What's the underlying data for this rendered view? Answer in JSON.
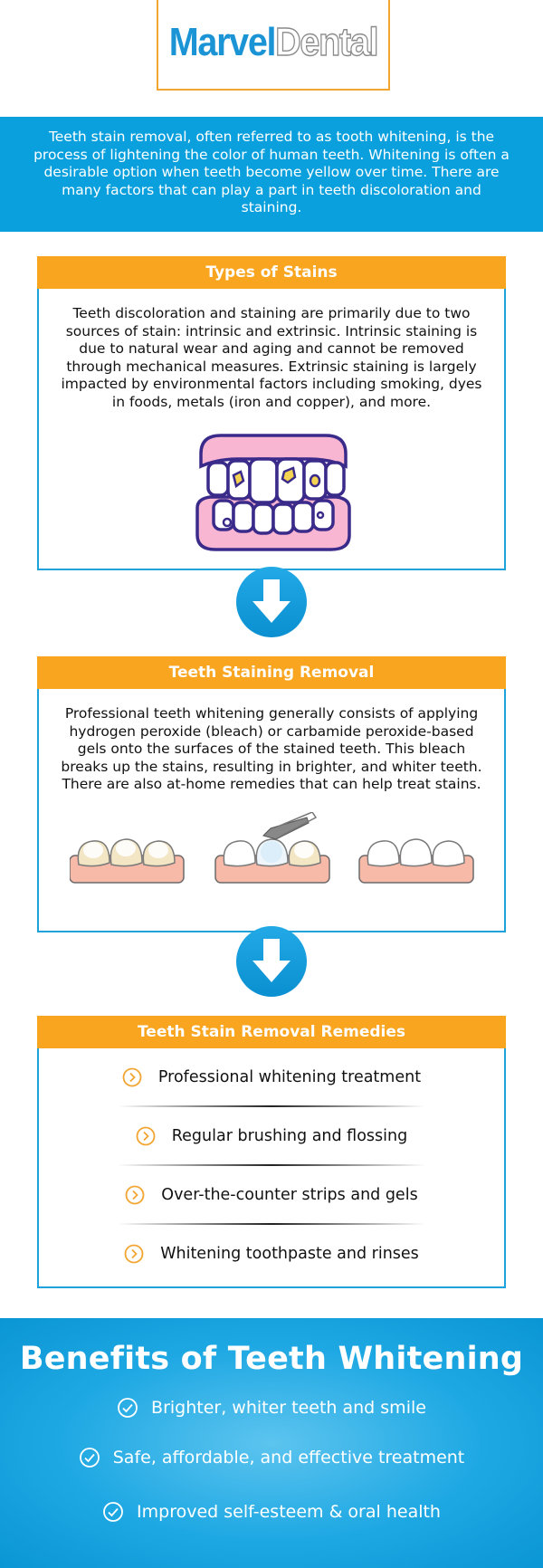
{
  "brand": {
    "part1": "Marvel",
    "part2": "Dental"
  },
  "intro": "Teeth stain removal, often referred to as tooth whitening, is the process of lightening the color of human teeth. Whitening is often a desirable option when teeth become yellow over time. There are many factors that can play a part in teeth discoloration and staining.",
  "types": {
    "title": "Types of Stains",
    "text": "Teeth discoloration and staining are primarily due to two sources of stain: intrinsic and extrinsic. Intrinsic staining is due to natural wear and aging and cannot be removed through mechanical measures. Extrinsic staining is largely impacted by environmental factors including smoking, dyes in foods, metals (iron and copper), and more."
  },
  "removal": {
    "title": "Teeth Staining Removal",
    "text": "Professional teeth whitening generally consists of applying hydrogen peroxide (bleach) or carbamide peroxide-based gels onto the surfaces of the stained teeth. This bleach breaks up the stains, resulting in brighter, and whiter teeth. There are also at-home remedies that can help treat stains."
  },
  "remedies": {
    "title": "Teeth Stain Removal Remedies",
    "items": [
      "Professional whitening treatment",
      "Regular brushing and flossing",
      "Over-the-counter strips and gels",
      "Whitening toothpaste and rinses"
    ]
  },
  "benefits": {
    "title": "Benefits of Teeth Whitening",
    "items": [
      "Brighter, whiter teeth and smile",
      "Safe, affordable, and effective treatment",
      "Improved self-esteem & oral health"
    ]
  },
  "colors": {
    "blue": "#0aa0dd",
    "orange": "#f9a51f",
    "border": "#1fa2dc"
  },
  "icons": [
    "tooth-stain-illustration",
    "arrow-down-icon",
    "teeth-whitening-illustration",
    "chevron-circle-icon",
    "check-circle-icon"
  ]
}
